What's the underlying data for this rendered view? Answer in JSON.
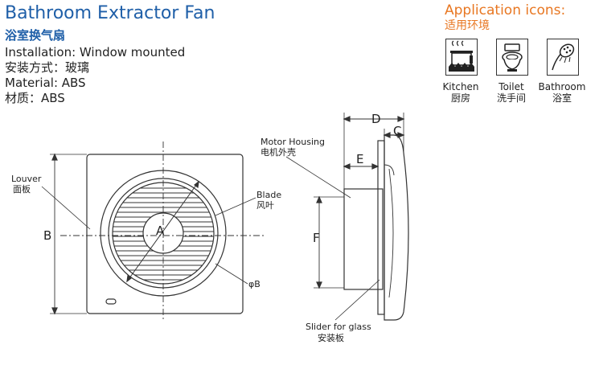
{
  "header": {
    "title": "Bathroom Extractor Fan",
    "title_cn": "浴室换气扇",
    "specs": [
      "Installation: Window mounted",
      "安装方式：玻璃",
      "Material: ABS",
      "材质：ABS"
    ]
  },
  "applications": {
    "title": "Application icons:",
    "title_cn": "适用环境",
    "items": [
      {
        "icon": "kitchen-icon",
        "label": "Kitchen",
        "label_cn": "厨房"
      },
      {
        "icon": "toilet-icon",
        "label": "Toilet",
        "label_cn": "洗手间"
      },
      {
        "icon": "bathroom-icon",
        "label": "Bathroom",
        "label_cn": "浴室"
      }
    ]
  },
  "front_view": {
    "louver_en": "Louver",
    "louver_cn": "面板",
    "blade_en": "Blade",
    "blade_cn": "风叶",
    "dim_a": "A",
    "dim_b": "B",
    "phi_b": "φB"
  },
  "side_view": {
    "motor_en": "Motor Housing",
    "motor_cn": "电机外壳",
    "slider_en": "Slider for glass",
    "slider_cn": "安装板",
    "dim_d": "D",
    "dim_c": "C",
    "dim_e": "E",
    "dim_f": "F"
  },
  "colors": {
    "title": "#1f5fa8",
    "accent": "#e87722",
    "line": "#333333"
  }
}
